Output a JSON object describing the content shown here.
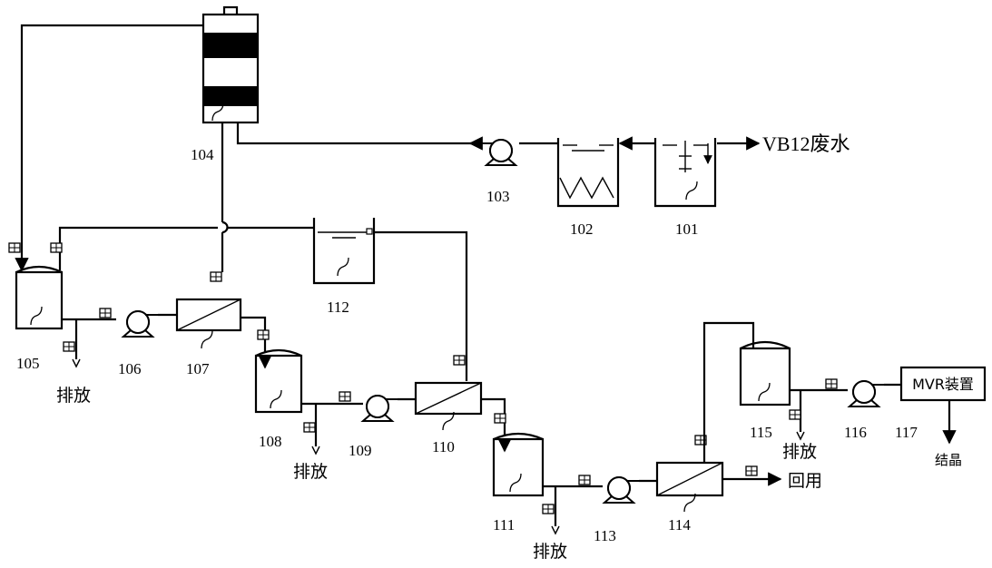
{
  "labels": {
    "n101": "101",
    "n102": "102",
    "n103": "103",
    "n104": "104",
    "n105": "105",
    "n106": "106",
    "n107": "107",
    "n108": "108",
    "n109": "109",
    "n110": "110",
    "n111": "111",
    "n112": "112",
    "n113": "113",
    "n114": "114",
    "n115": "115",
    "n116": "116",
    "n117": "117"
  },
  "text": {
    "inlet": "VB12废水",
    "discharge": "排放",
    "reuse": "回用",
    "mvr": "MVR装置",
    "crystal": "结晶"
  }
}
